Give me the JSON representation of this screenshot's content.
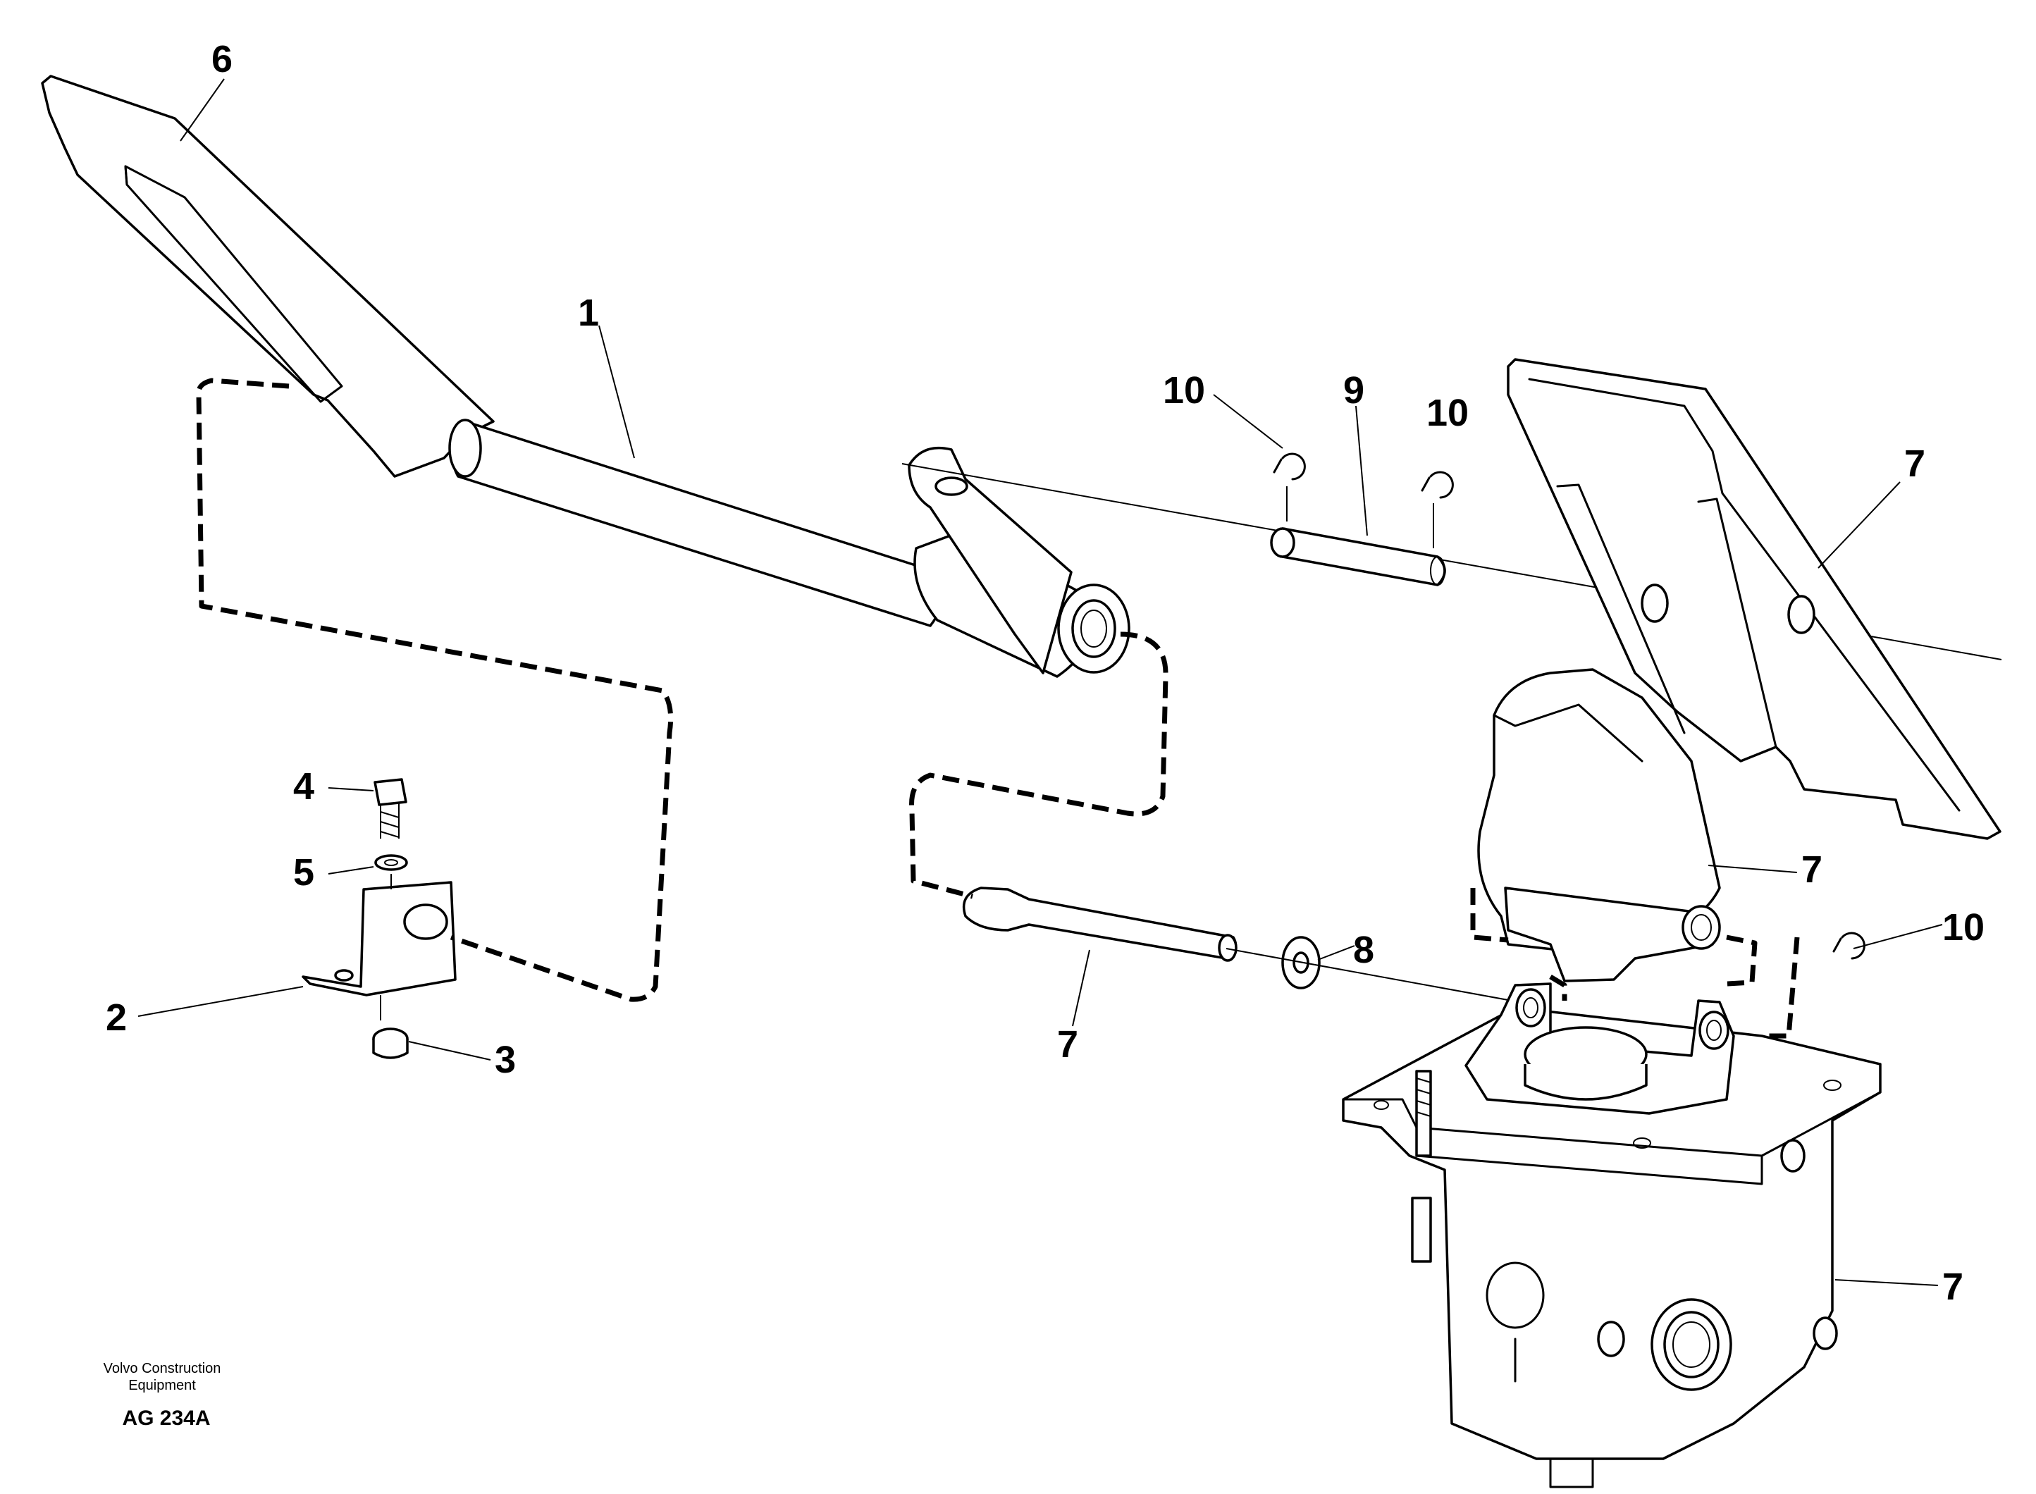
{
  "callouts": {
    "c1": "1",
    "c2": "2",
    "c3": "3",
    "c4": "4",
    "c5": "5",
    "c6": "6",
    "c7a": "7",
    "c7b": "7",
    "c7c": "7",
    "c7d": "7",
    "c8": "8",
    "c9": "9",
    "c10a": "10",
    "c10b": "10",
    "c10c": "10"
  },
  "credit": {
    "line1": "Volvo Construction",
    "line2": "Equipment",
    "code": "AG 234A"
  }
}
